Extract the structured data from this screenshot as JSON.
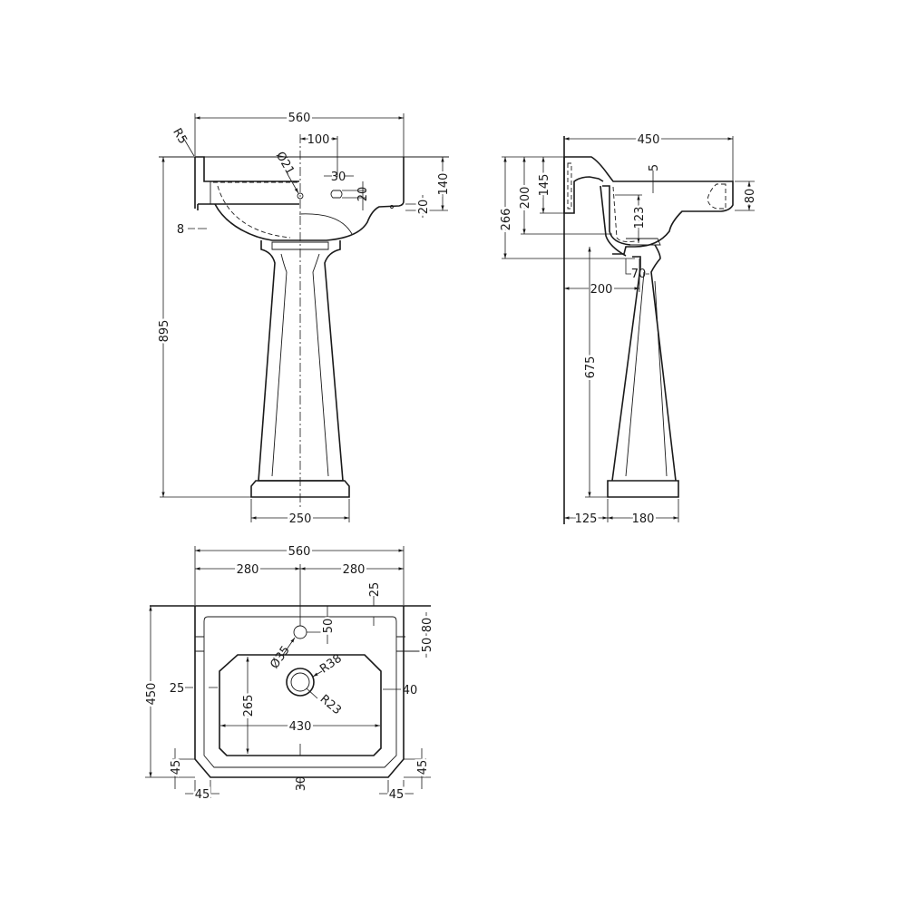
{
  "front_view": {
    "width_overall": "560",
    "radius_corner": "R5",
    "tap_hole_offset": "100",
    "tap_hole_diameter": "Ø21",
    "overflow_width": "30",
    "overflow_height": "20",
    "rim_height": "140",
    "rim_lip": "20",
    "wall_gap": "8",
    "total_height": "895",
    "pedestal_base_width": "250"
  },
  "side_view": {
    "depth_overall": "450",
    "height_266": "266",
    "height_200": "200",
    "height_145": "145",
    "rim_step": "5",
    "bowl_depth": "123",
    "rim_80": "80",
    "waste_70": "70",
    "waste_offset": "200",
    "waste_height": "675",
    "base_offset": "125",
    "base_depth": "180"
  },
  "top_view": {
    "width_overall": "560",
    "half_left": "280",
    "half_right": "280",
    "top_margin": "25",
    "tap_hole_offset": "50",
    "right_80": "80",
    "right_50": "50",
    "tap_hole_diameter": "Ø35",
    "waste_outer_radius": "R38",
    "waste_inner_radius": "R23",
    "side_margin_left": "25",
    "side_margin_right": "40",
    "bowl_depth": "265",
    "bowl_width": "430",
    "front_margin": "30",
    "depth_overall": "450",
    "chamfer_left_v": "45",
    "chamfer_right_v": "45",
    "chamfer_left_h": "45",
    "chamfer_right_h": "45"
  }
}
